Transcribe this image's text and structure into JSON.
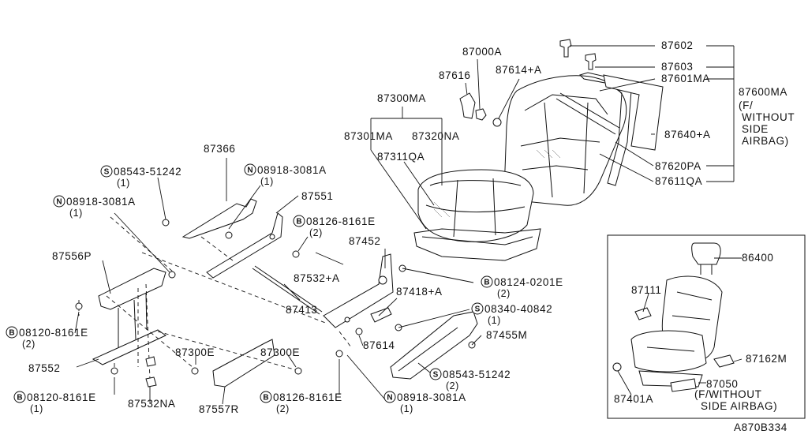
{
  "diagram": {
    "code": "A870B334",
    "inset_note": "(F/WITHOUT\nSIDE AIRBAG)",
    "group_note": "(F/\nWITHOUT\nSIDE\nAIRBAG)"
  },
  "labels": [
    {
      "id": "87602",
      "text": "87602"
    },
    {
      "id": "87603",
      "text": "87603"
    },
    {
      "id": "87601MA",
      "text": "87601MA"
    },
    {
      "id": "87600MA",
      "text": "87600MA"
    },
    {
      "id": "87000A",
      "text": "87000A"
    },
    {
      "id": "87616",
      "text": "87616"
    },
    {
      "id": "87614A_top",
      "text": "87614+A"
    },
    {
      "id": "87300MA",
      "text": "87300MA"
    },
    {
      "id": "87301MA",
      "text": "87301MA"
    },
    {
      "id": "87320NA",
      "text": "87320NA"
    },
    {
      "id": "87311QA",
      "text": "87311QA"
    },
    {
      "id": "87640A",
      "text": "87640+A"
    },
    {
      "id": "87620PA",
      "text": "87620PA"
    },
    {
      "id": "87611QA",
      "text": "87611QA"
    },
    {
      "id": "87366",
      "text": "87366"
    },
    {
      "id": "s08543_top",
      "prefix": "S",
      "text": "08543-51242",
      "qty": "(1)"
    },
    {
      "id": "n08918_a",
      "prefix": "N",
      "text": "08918-3081A",
      "qty": "(1)"
    },
    {
      "id": "n08918_b",
      "prefix": "N",
      "text": "08918-3081A",
      "qty": "(1)"
    },
    {
      "id": "87551",
      "text": "87551"
    },
    {
      "id": "b08126_top",
      "prefix": "B",
      "text": "08126-8161E",
      "qty": "(2)"
    },
    {
      "id": "87452",
      "text": "87452"
    },
    {
      "id": "87556P",
      "text": "87556P"
    },
    {
      "id": "87532A",
      "text": "87532+A"
    },
    {
      "id": "b08124",
      "prefix": "B",
      "text": "08124-0201E",
      "qty": "(2)"
    },
    {
      "id": "87418A",
      "text": "87418+A"
    },
    {
      "id": "87413",
      "text": "87413"
    },
    {
      "id": "s08340",
      "prefix": "S",
      "text": "08340-40842",
      "qty": "(1)"
    },
    {
      "id": "b08120_a",
      "prefix": "B",
      "text": "08120-8161E",
      "qty": "(2)"
    },
    {
      "id": "87455M",
      "text": "87455M"
    },
    {
      "id": "87614",
      "text": "87614"
    },
    {
      "id": "87300E_a",
      "text": "87300E"
    },
    {
      "id": "87300E_b",
      "text": "87300E"
    },
    {
      "id": "87552",
      "text": "87552"
    },
    {
      "id": "s08543_bot",
      "prefix": "S",
      "text": "08543-51242",
      "qty": "(2)"
    },
    {
      "id": "b08120_b",
      "prefix": "B",
      "text": "08120-8161E",
      "qty": "(1)"
    },
    {
      "id": "87532NA",
      "text": "87532NA"
    },
    {
      "id": "87557R",
      "text": "87557R"
    },
    {
      "id": "b08126_bot",
      "prefix": "B",
      "text": "08126-8161E",
      "qty": "(2)"
    },
    {
      "id": "n08918_c",
      "prefix": "N",
      "text": "08918-3081A",
      "qty": "(1)"
    },
    {
      "id": "86400",
      "text": "86400"
    },
    {
      "id": "87111",
      "text": "87111"
    },
    {
      "id": "87162M",
      "text": "87162M"
    },
    {
      "id": "87050",
      "text": "87050"
    },
    {
      "id": "87401A",
      "text": "87401A"
    }
  ]
}
